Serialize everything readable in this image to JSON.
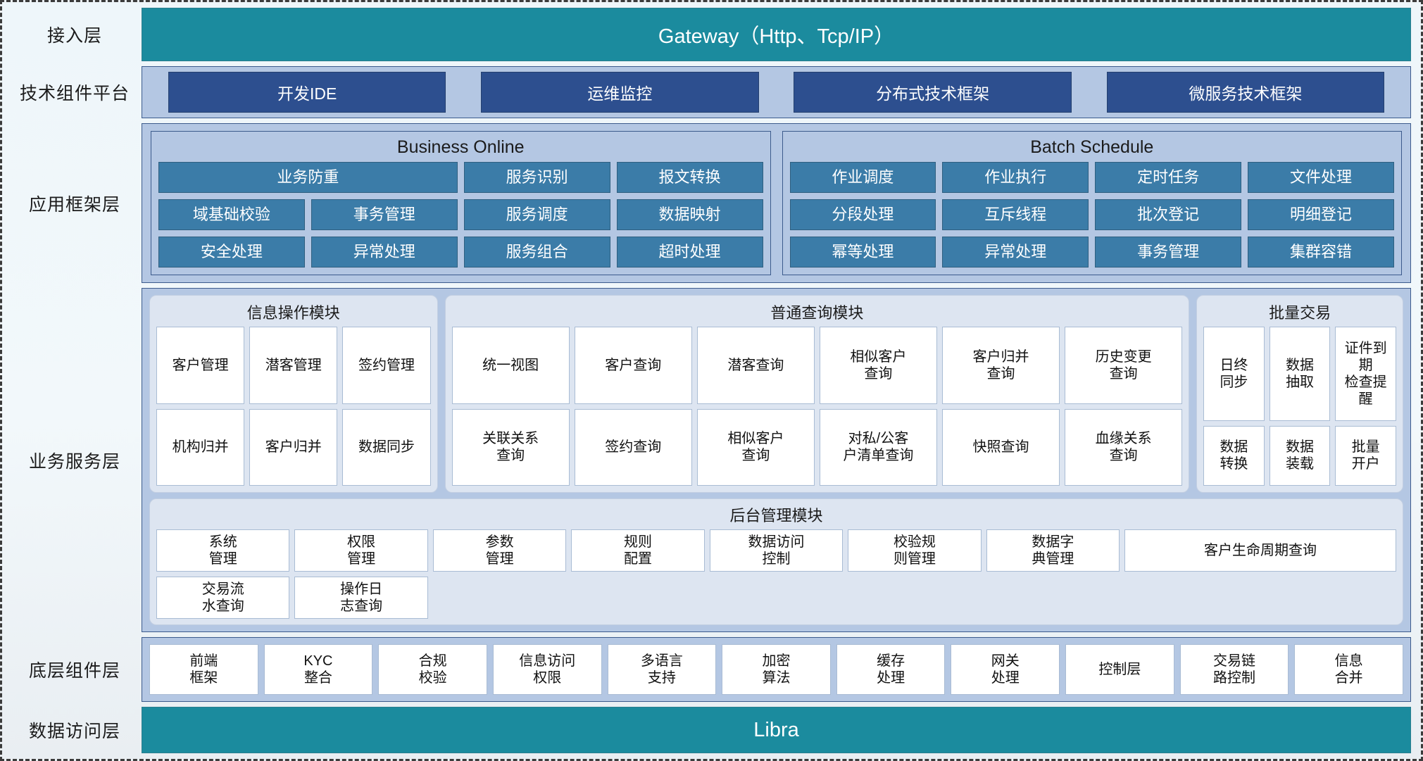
{
  "layers": [
    {
      "id": "access",
      "label": "接入层",
      "bar": "Gateway（Http、Tcp/IP）"
    },
    {
      "id": "tech",
      "label": "技术组件平台",
      "items": [
        "开发IDE",
        "运维监控",
        "分布式技术框架",
        "微服务技术框架"
      ]
    },
    {
      "id": "appframe",
      "label": "应用框架层",
      "groups": [
        {
          "title": "Business Online",
          "items": [
            "业务防重",
            "服务识别",
            "报文转换",
            "域基础校验",
            "事务管理",
            "服务调度",
            "数据映射",
            "安全处理",
            "异常处理",
            "服务组合",
            "超时处理"
          ]
        },
        {
          "title": "Batch Schedule",
          "items": [
            "作业调度",
            "作业执行",
            "定时任务",
            "文件处理",
            "分段处理",
            "互斥线程",
            "批次登记",
            "明细登记",
            "幂等处理",
            "异常处理",
            "事务管理",
            "集群容错"
          ]
        }
      ]
    },
    {
      "id": "bizservice",
      "label": "业务服务层",
      "modules": [
        {
          "title": "信息操作模块",
          "items": [
            "客户管理",
            "潜客管理",
            "签约管理",
            "机构归并",
            "客户归并",
            "数据同步"
          ]
        },
        {
          "title": "普通查询模块",
          "items": [
            "统一视图",
            "客户查询",
            "潜客查询",
            "相似客户\n查询",
            "客户归并\n查询",
            "历史变更\n查询",
            "关联关系\n查询",
            "签约查询",
            "相似客户\n查询",
            "对私/公客\n户清单查询",
            "快照查询",
            "血缘关系\n查询"
          ]
        },
        {
          "title": "批量交易",
          "items": [
            "日终\n同步",
            "数据\n抽取",
            "证件到期\n检查提醒",
            "数据\n转换",
            "数据\n装载",
            "批量\n开户"
          ]
        }
      ],
      "admin": {
        "title": "后台管理模块",
        "items": [
          {
            "label": "系统\n管理",
            "wide": false
          },
          {
            "label": "权限\n管理",
            "wide": false
          },
          {
            "label": "参数\n管理",
            "wide": false
          },
          {
            "label": "规则\n配置",
            "wide": false
          },
          {
            "label": "数据访问\n控制",
            "wide": false
          },
          {
            "label": "校验规\n则管理",
            "wide": false
          },
          {
            "label": "数据字\n典管理",
            "wide": false
          },
          {
            "label": "客户生命周期查询",
            "wide": true
          },
          {
            "label": "交易流\n水查询",
            "wide": false
          },
          {
            "label": "操作日\n志查询",
            "wide": false
          }
        ]
      }
    },
    {
      "id": "components",
      "label": "底层组件层",
      "items": [
        "前端\n框架",
        "KYC\n整合",
        "合规\n校验",
        "信息访问\n权限",
        "多语言\n支持",
        "加密\n算法",
        "缓存\n处理",
        "网关\n处理",
        "控制层",
        "交易链\n路控制",
        "信息\n合并"
      ]
    },
    {
      "id": "dataaccess",
      "label": "数据访问层",
      "bar": "Libra"
    }
  ],
  "colors": {
    "teal": "#1b8b9e",
    "dark_blue": "#2d4f8f",
    "mid_blue": "#3b7ca8",
    "panel_blue": "#b4c7e3",
    "card_blue": "#dde5f1",
    "border_blue": "#3c5b8c",
    "background": "#eef6fa"
  }
}
